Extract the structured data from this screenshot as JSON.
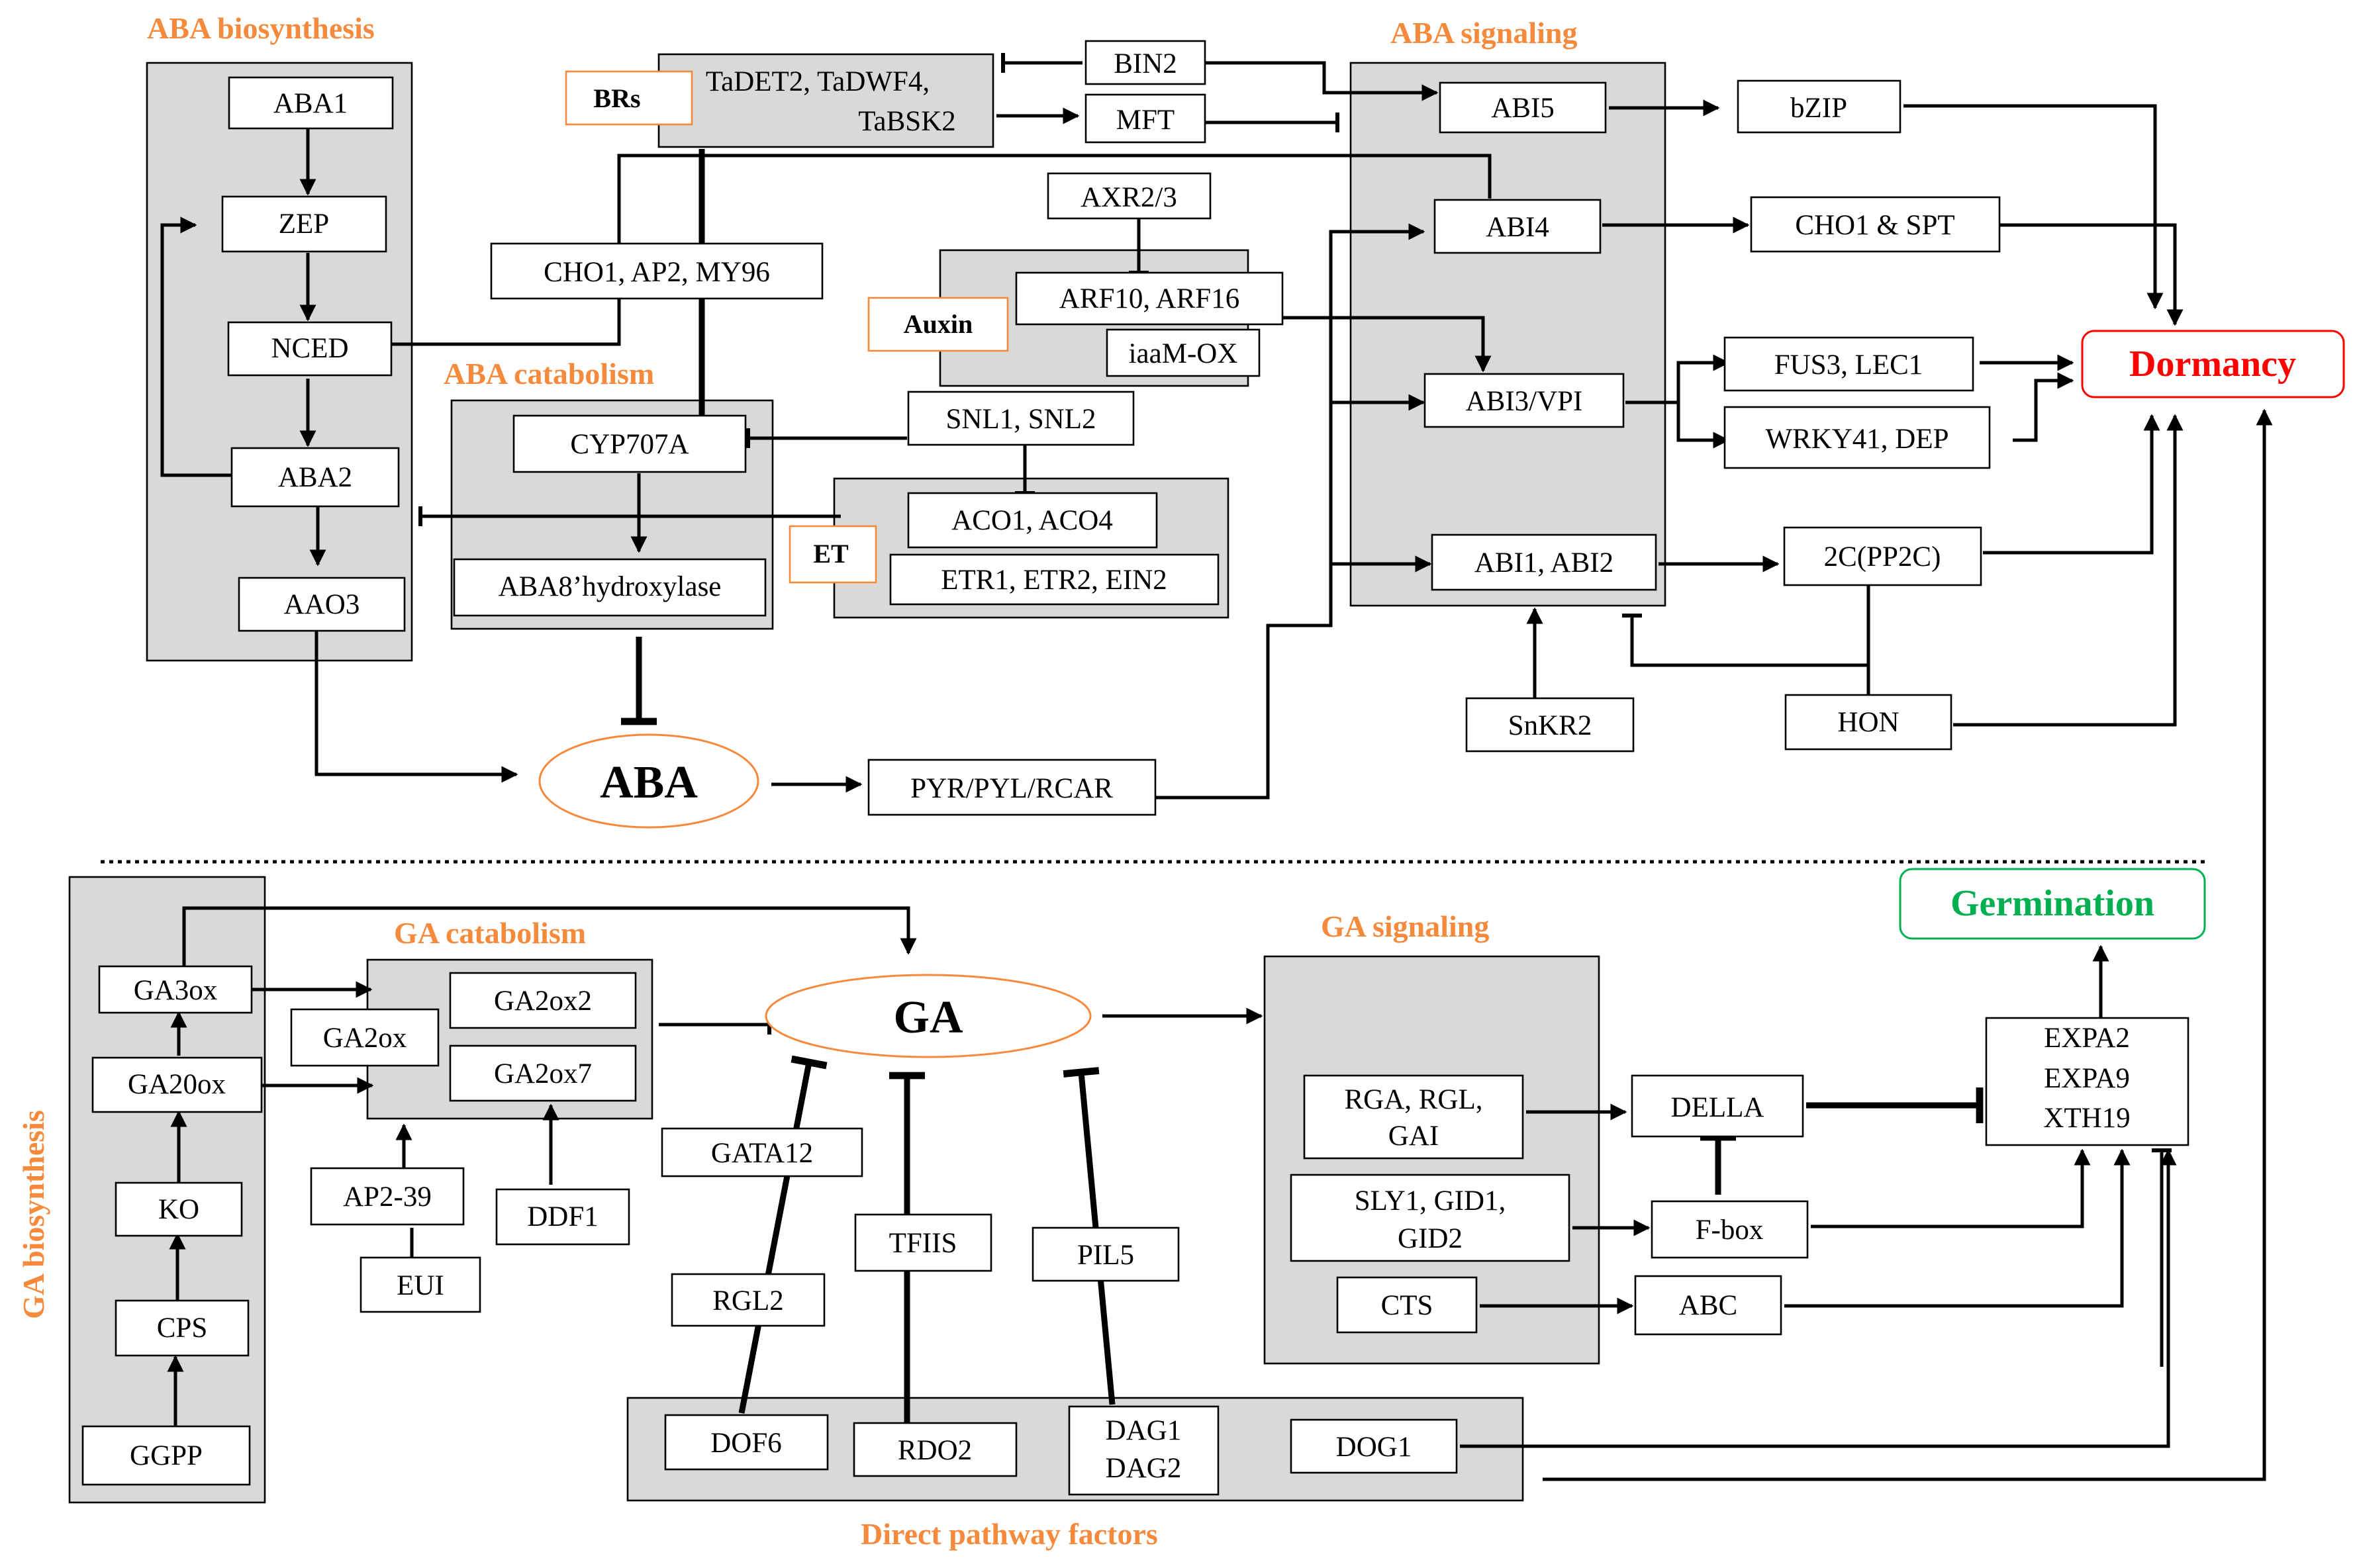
{
  "sections": {
    "aba_biosynthesis": "ABA biosynthesis",
    "aba_catabolism": "ABA catabolism",
    "aba_signaling": "ABA signaling",
    "ga_biosynthesis": "GA biosynthesis",
    "ga_catabolism": "GA catabolism",
    "ga_signaling": "GA signaling",
    "direct_pathway": "Direct pathway factors"
  },
  "tags": {
    "brs": "BRs",
    "auxin": "Auxin",
    "et": "ET"
  },
  "hormones": {
    "aba": "ABA",
    "ga": "GA"
  },
  "outcomes": {
    "dormancy": "Dormancy",
    "germination": "Germination"
  },
  "nodes": {
    "aba1": "ABA1",
    "zep": "ZEP",
    "nced": "NCED",
    "aba2": "ABA2",
    "aao3": "AAO3",
    "tadet2_line1": "TaDET2, TaDWF4,",
    "tadet2_line2": "TaBSK2",
    "bin2": "BIN2",
    "mft": "MFT",
    "cho1_ap2_my96": "CHO1, AP2, MY96",
    "axr2_3": "AXR2/3",
    "arf10_arf16": "ARF10, ARF16",
    "iaam_ox": "iaaM-OX",
    "cyp707a": "CYP707A",
    "aba8_hydroxylase": "ABA8’hydroxylase",
    "snl1_snl2": "SNL1, SNL2",
    "aco1_aco4": "ACO1, ACO4",
    "etr_ein2": "ETR1, ETR2, EIN2",
    "pyr_pyl_rcar": "PYR/PYL/RCAR",
    "abi5": "ABI5",
    "abi4": "ABI4",
    "abi3_vpi": "ABI3/VPI",
    "abi1_abi2": "ABI1, ABI2",
    "bzip": "bZIP",
    "cho1_spt": "CHO1 & SPT",
    "fus3_lec1": "FUS3, LEC1",
    "wrky41_dep": "WRKY41, DEP",
    "pp2c": "2C(PP2C)",
    "snkr2": "SnKR2",
    "hon": "HON",
    "ga3ox": "GA3ox",
    "ga20ox": "GA20ox",
    "ko": "KO",
    "cps": "CPS",
    "ggpp": "GGPP",
    "ga2ox": "GA2ox",
    "ga2ox2": "GA2ox2",
    "ga2ox7": "GA2ox7",
    "ap2_39": "AP2-39",
    "eui": "EUI",
    "ddf1": "DDF1",
    "gata12": "GATA12",
    "rgl2": "RGL2",
    "tfiis": "TFIIS",
    "pil5": "PIL5",
    "dof6": "DOF6",
    "rdo2": "RDO2",
    "dag1": "DAG1",
    "dag2": "DAG2",
    "dog1": "DOG1",
    "rga_line1": "RGA, RGL,",
    "rga_line2": "GAI",
    "sly1_line1": "SLY1, GID1,",
    "sly1_line2": "GID2",
    "cts": "CTS",
    "della": "DELLA",
    "fbox": "F-box",
    "abc": "ABC",
    "expa2": "EXPA2",
    "expa9": "EXPA9",
    "xth19": "XTH19"
  },
  "colors": {
    "section_label": "#f58a3c",
    "group_fill": "#d9d9d9",
    "dormancy": "#ff0000",
    "germination": "#00b050"
  }
}
